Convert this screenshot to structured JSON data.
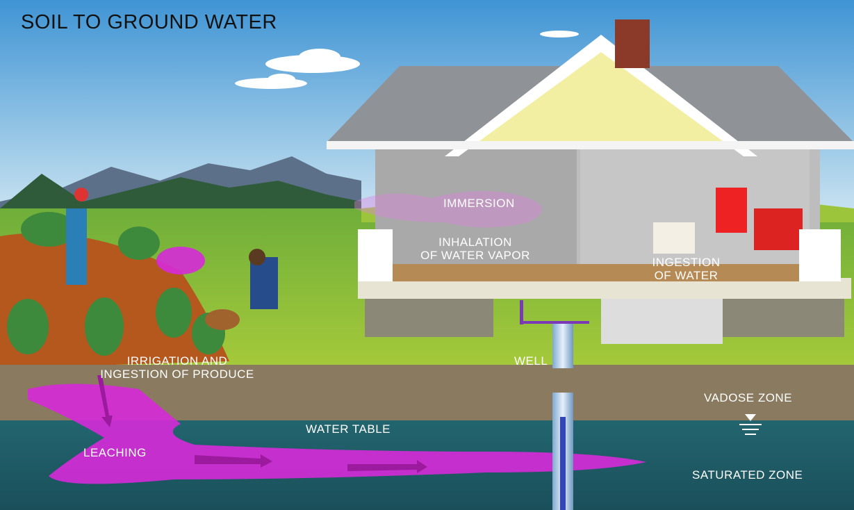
{
  "title": "SOIL TO GROUND WATER",
  "labels": {
    "immersion": "IMMERSION",
    "inhalation_1": "INHALATION",
    "inhalation_2": "OF WATER VAPOR",
    "ingestion_1": "INGESTION",
    "ingestion_2": "OF WATER",
    "irrigation_1": "IRRIGATION AND",
    "irrigation_2": "INGESTION OF PRODUCE",
    "well": "WELL",
    "vadose": "VADOSE ZONE",
    "water_table": "WATER TABLE",
    "leaching": "LEACHING",
    "saturated": "SATURATED ZONE"
  },
  "colors": {
    "contaminant": "#d62ad8",
    "sky": "#4d9fd9",
    "grass": "#8cc43c",
    "soil": "#8a7a5f",
    "groundwater": "#1e5d68"
  }
}
